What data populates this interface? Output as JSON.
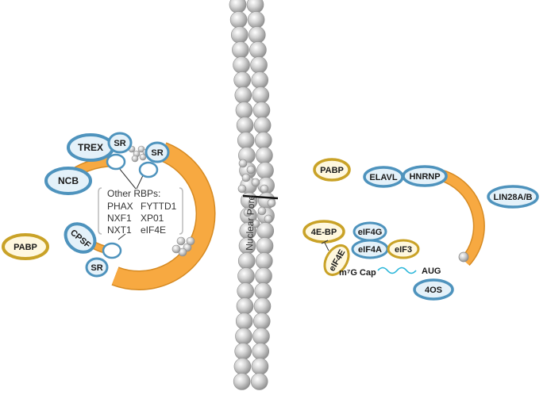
{
  "colors": {
    "orange": "#f7a941",
    "orange_edge": "#d68a22",
    "blue_edge": "#4e93bd",
    "blue_fill": "#e4f1f9",
    "gold_edge": "#c9a227",
    "gold_fill": "#fff8df",
    "pore_bead": "#b9b9b9",
    "wave": "#29b6d9"
  },
  "left_complex": {
    "trex": "TREX",
    "sr_top": "SR",
    "sr_right": "SR",
    "ncb": "NCB",
    "cpsf": "CPSF",
    "sr_bottom": "SR",
    "other_rbps": {
      "heading": "Other RBPs:",
      "col1": [
        "PHAX",
        "NXF1",
        "NXT1"
      ],
      "col2": [
        "FYTTD1",
        "XP01",
        "eIF4E"
      ]
    }
  },
  "pabp_left": "PABP",
  "pore_label": "Nuclear Pore",
  "right_complex": {
    "pabp": "PABP",
    "elavl": "ELAVL",
    "hnrnp": "HNRNP",
    "lin28": "LIN28A/B",
    "bp4e": "4E-BP",
    "eif4g": "eIF4G",
    "eif4a": "eIF4A",
    "eif3": "eIF3",
    "eif4e": "eIF4E",
    "cap": "m⁷G Cap",
    "aug": "AUG",
    "ribosome": "4OS"
  }
}
